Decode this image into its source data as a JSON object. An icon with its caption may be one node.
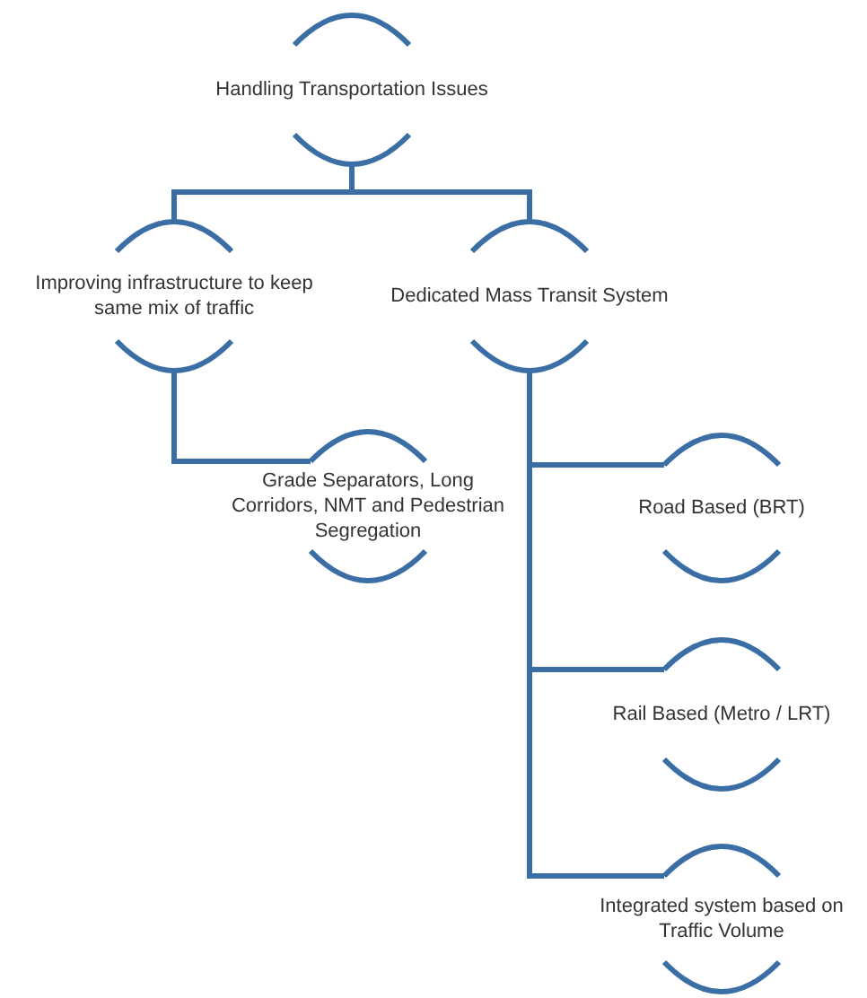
{
  "diagram": {
    "nodes": [
      {
        "text": [
          "Handling Transportation Issues"
        ]
      },
      {
        "text": [
          "Improving infrastructure to keep same mix of traffic"
        ]
      },
      {
        "text": [
          "Dedicated Mass Transit System"
        ]
      },
      {
        "text": [
          "Grade Separators, Long Corridors, NMT and Pedestrian Segregation"
        ]
      },
      {
        "text": [
          "Road Based (BRT)"
        ]
      },
      {
        "text": [
          "Rail Based (Metro / LRT)"
        ]
      },
      {
        "text": [
          "Integrated system based on Traffic Volume"
        ]
      }
    ],
    "edges": [
      {
        "from": 0,
        "to": 1,
        "arrow": "none"
      },
      {
        "from": 0,
        "to": 2,
        "arrow": "none"
      },
      {
        "from": 1,
        "to": 3,
        "arrow": "none"
      },
      {
        "from": 2,
        "to": 4,
        "arrow": "none"
      },
      {
        "from": 2,
        "to": 5,
        "arrow": "none"
      },
      {
        "from": 2,
        "to": 6,
        "arrow": "none"
      }
    ]
  }
}
